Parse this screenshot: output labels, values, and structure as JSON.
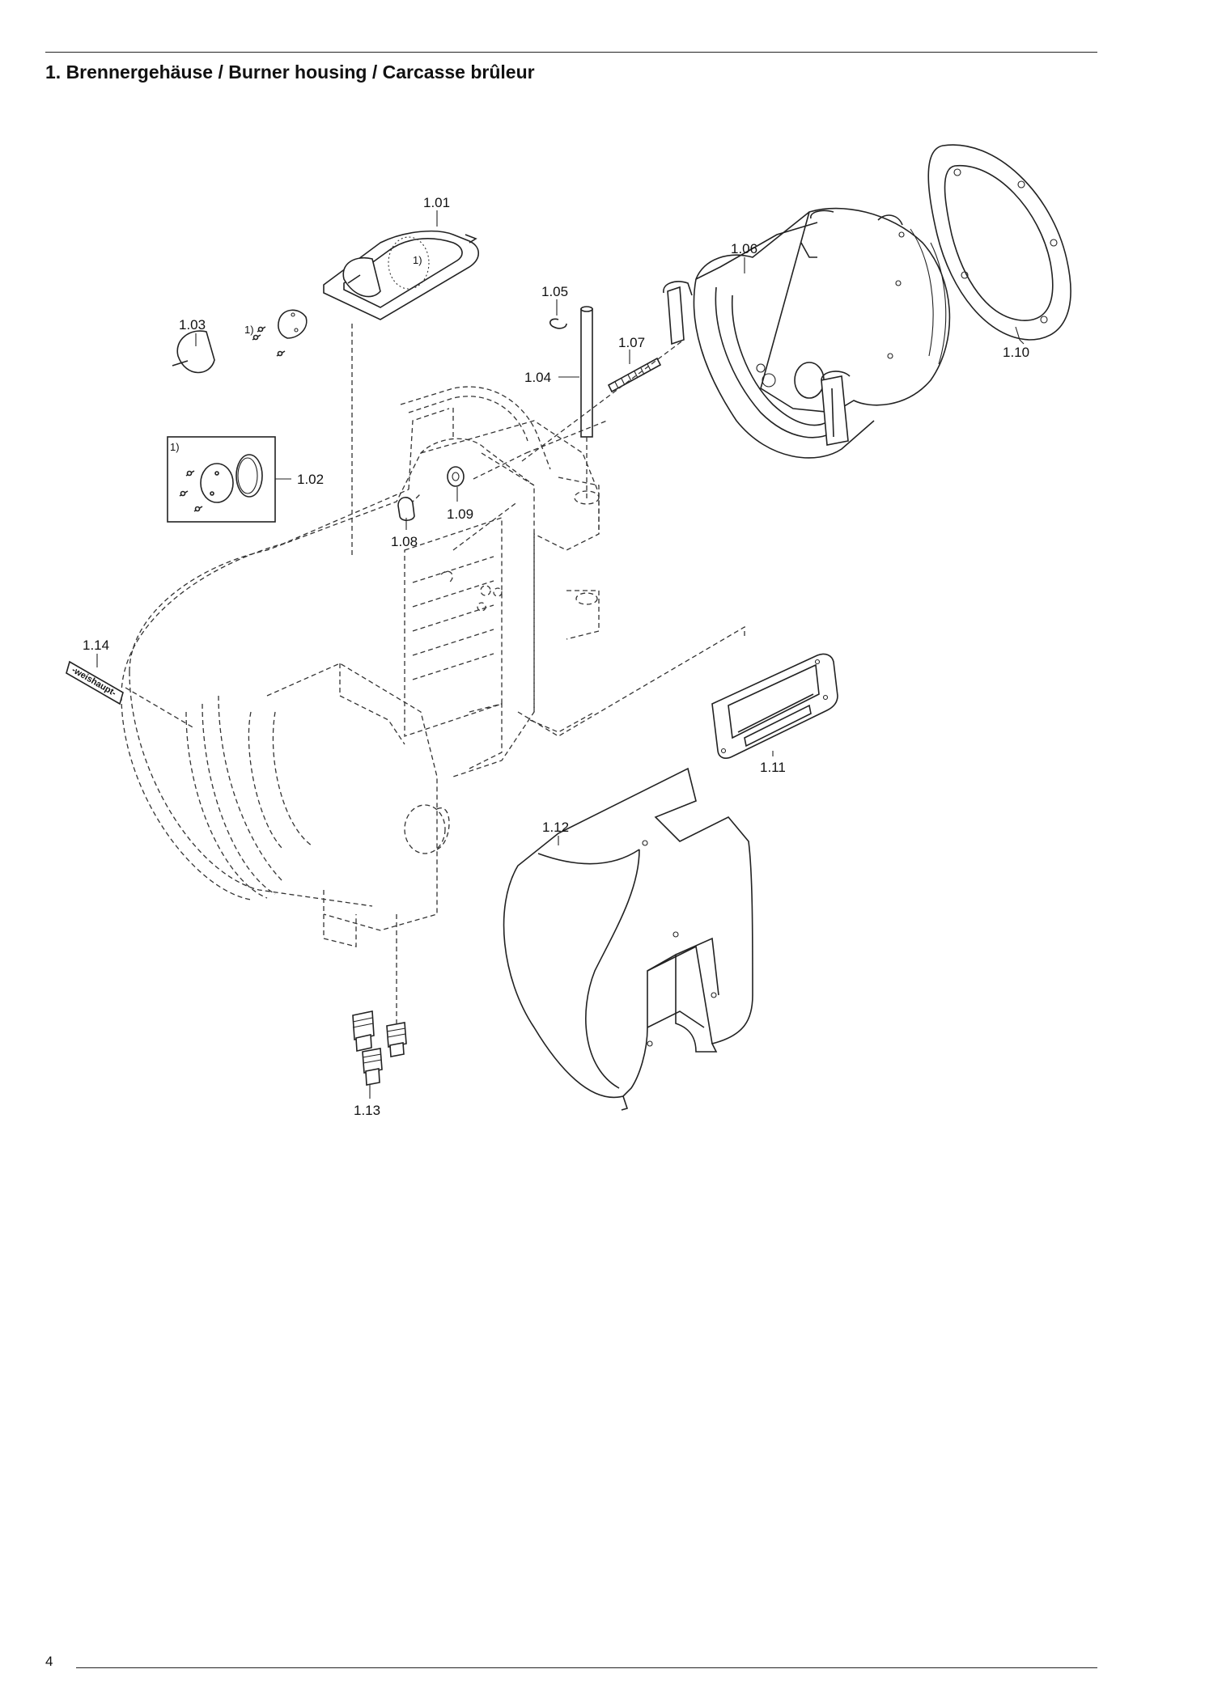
{
  "header": {
    "title": "1. Brennergehäuse / Burner housing / Carcasse brûleur"
  },
  "footer": {
    "page_number": "4"
  },
  "parts": {
    "p101": "1.01",
    "p102": "1.02",
    "p103": "1.03",
    "p104": "1.04",
    "p105": "1.05",
    "p106": "1.06",
    "p107": "1.07",
    "p108": "1.08",
    "p109": "1.09",
    "p110": "1.10",
    "p111": "1.11",
    "p112": "1.12",
    "p113": "1.13",
    "p114": "1.14"
  },
  "footnotes": {
    "marker": "1)"
  },
  "logo_text": "-weishaupt-"
}
